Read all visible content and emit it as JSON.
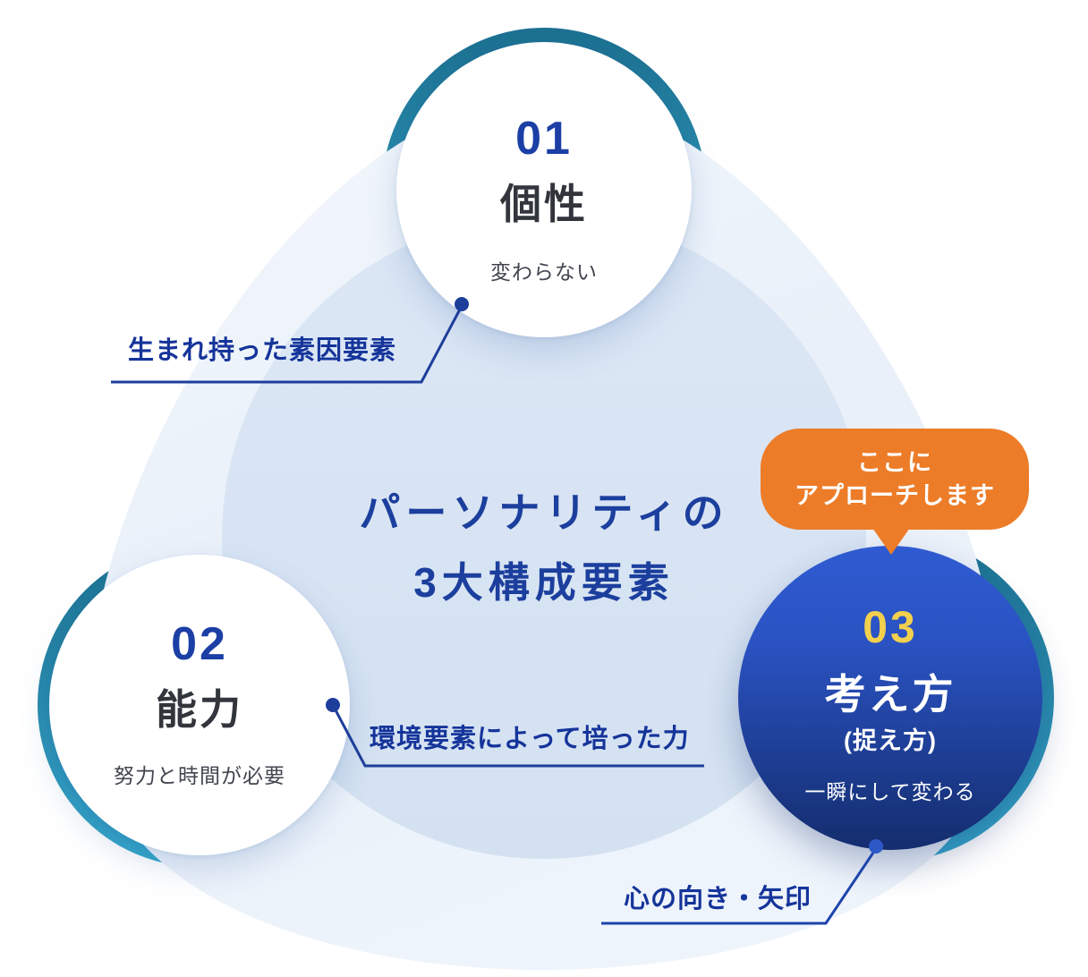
{
  "diagram": {
    "title": {
      "line1": "パーソナリティの",
      "line2": "3大構成要素"
    },
    "items": [
      {
        "number": "01",
        "heading": "個性",
        "sub": "変わらない",
        "label": "生まれ持った素因要素"
      },
      {
        "number": "02",
        "heading": "能力",
        "sub": "努力と時間が必要",
        "label": "環境要素によって培った力"
      },
      {
        "number": "03",
        "heading": "考え方",
        "sub_heading": "(捉え方)",
        "sub": "一瞬にして変わる",
        "label": "心の向き・矢印"
      }
    ],
    "callout": {
      "line1": "ここに",
      "line2": "アプローチします"
    },
    "colors": {
      "accent_orange": "#ED7C28",
      "number_blue": "#1B3FA5",
      "heading_dark": "#32353C",
      "sub_gray": "#41454F",
      "label_navy": "#15349A",
      "ring_teal_dark": "#1D7292",
      "ring_teal_light": "#35A6C9",
      "highlight_yellow": "#F2D04E",
      "circle3_gradient_top": "#2D59CE",
      "circle3_gradient_bottom": "#142D6E",
      "background_shape": "#E9F0F9",
      "inner_circle": "#D7E3F2"
    }
  }
}
